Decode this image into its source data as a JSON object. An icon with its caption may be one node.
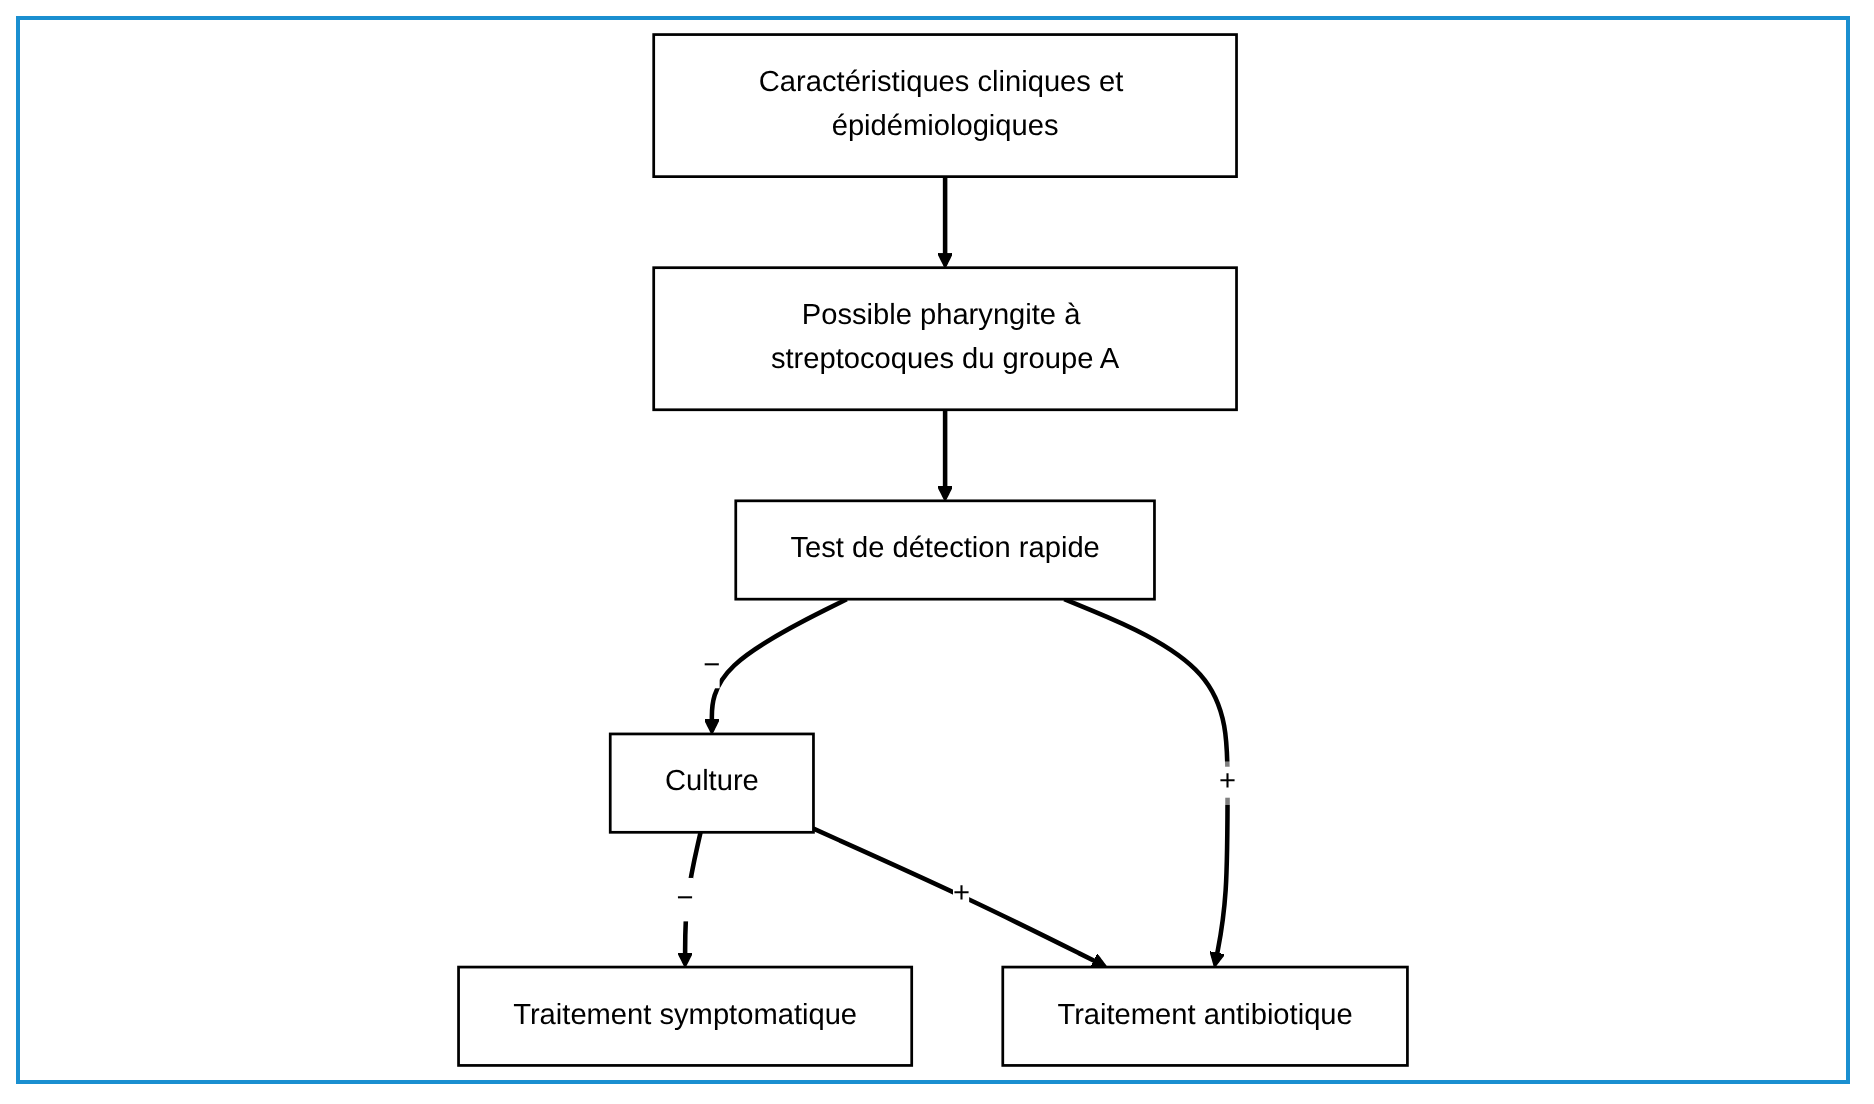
{
  "diagram": {
    "nodes": [
      {
        "text": [
          "Caractéristiques cliniques et épidémiologiques"
        ]
      },
      {
        "text": [
          "Possible pharyngite à streptocoques du groupe A"
        ]
      },
      {
        "text": [
          "Test de détection rapide"
        ]
      },
      {
        "text": [
          "Culture"
        ]
      },
      {
        "text": [
          "Traitement symptomatique"
        ]
      },
      {
        "text": [
          "Traitement antibiotique"
        ]
      }
    ],
    "edges": [
      {
        "from": 0,
        "to": 1,
        "arrow": "to"
      },
      {
        "from": 1,
        "to": 2,
        "arrow": "to"
      },
      {
        "from": 2,
        "to": 3,
        "arrow": "to",
        "label": "−"
      },
      {
        "from": 3,
        "to": 4,
        "arrow": "to",
        "label": "−"
      },
      {
        "from": 2,
        "to": 5,
        "arrow": "to",
        "label": "+"
      },
      {
        "from": 3,
        "to": 5,
        "arrow": "to",
        "label": "+"
      }
    ]
  }
}
